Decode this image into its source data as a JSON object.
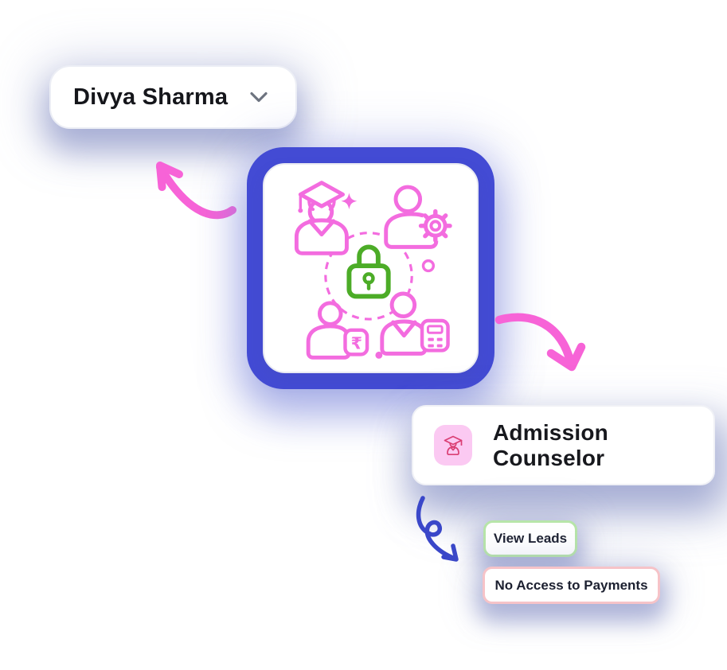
{
  "user_card": {
    "name": "Divya Sharma"
  },
  "role_card": {
    "title": "Admission Counselor",
    "icon": "graduate-student-icon",
    "icon_bg": "#FBC9F2",
    "icon_color": "#DA3F74"
  },
  "permissions": {
    "allowed": {
      "label": "View Leads",
      "border_color": "#B7E5A9"
    },
    "denied": {
      "label": "No Access to Payments",
      "border_color": "#F6C3C8"
    }
  },
  "illustration": {
    "name": "role-based-access-illustration",
    "rupee_symbol": "₹",
    "icons": [
      "graduate-student-icon",
      "person-gear-icon",
      "lock-icon",
      "person-rupee-icon",
      "person-calculator-icon",
      "sparkle-icon"
    ],
    "colors": {
      "frame_blue": "#434BD4",
      "icon_pink": "#F36CDF",
      "lock_green": "#4CAC27"
    }
  },
  "arrows": {
    "to_user_card": {
      "color": "#F763D7"
    },
    "to_role_card": {
      "color": "#F763D7"
    },
    "to_permissions": {
      "color": "#3A47C9"
    }
  }
}
